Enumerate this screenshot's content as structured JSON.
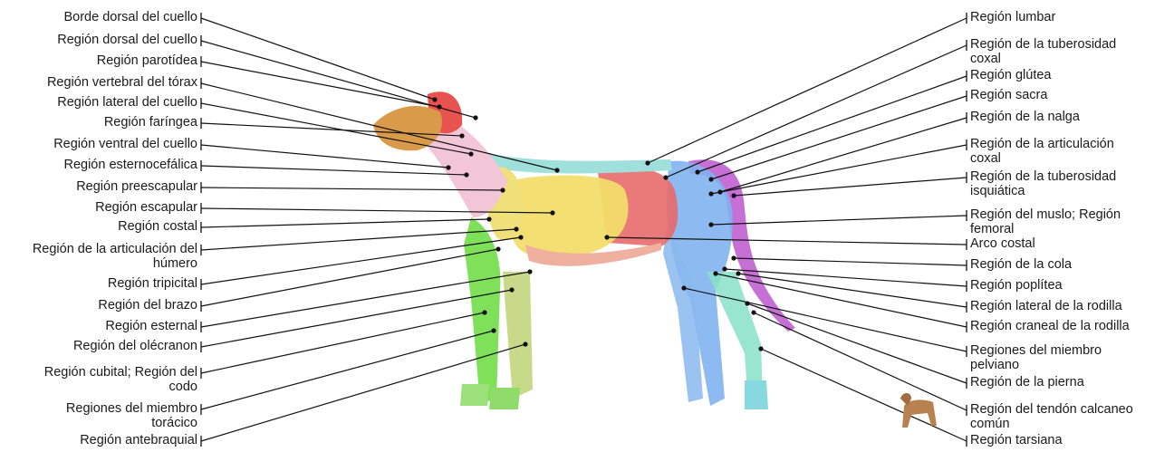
{
  "left_labels": [
    {
      "id": "borde-dorsal-cuello",
      "lines": [
        "Borde dorsal del cuello"
      ]
    },
    {
      "id": "region-dorsal-cuello",
      "lines": [
        "Región dorsal del cuello"
      ]
    },
    {
      "id": "region-parotidea",
      "lines": [
        "Región parotídea"
      ]
    },
    {
      "id": "region-vertebral-torax",
      "lines": [
        "Región vertebral del tórax"
      ]
    },
    {
      "id": "region-lateral-cuello",
      "lines": [
        "Región lateral del cuello"
      ]
    },
    {
      "id": "region-faringea",
      "lines": [
        "Región faríngea"
      ]
    },
    {
      "id": "region-ventral-cuello",
      "lines": [
        "Región ventral del cuello"
      ]
    },
    {
      "id": "region-esternocefalica",
      "lines": [
        "Región esternocefálica"
      ]
    },
    {
      "id": "region-preescapular",
      "lines": [
        "Región preescapular"
      ]
    },
    {
      "id": "region-escapular",
      "lines": [
        "Región escapular"
      ]
    },
    {
      "id": "region-costal",
      "lines": [
        "Región costal"
      ]
    },
    {
      "id": "region-articulacion-humero",
      "lines": [
        "Región de la articulación del",
        "húmero"
      ]
    },
    {
      "id": "region-tripicital",
      "lines": [
        "Región tripicital"
      ]
    },
    {
      "id": "region-brazo",
      "lines": [
        "Región del brazo"
      ]
    },
    {
      "id": "region-esternal",
      "lines": [
        "Región esternal"
      ]
    },
    {
      "id": "region-olecranon",
      "lines": [
        "Región del olécranon"
      ]
    },
    {
      "id": "region-cubital",
      "lines": [
        "Región cubital; Región del",
        "codo"
      ]
    },
    {
      "id": "regiones-miembro-toracico",
      "lines": [
        "Regiones del miembro",
        "torácico"
      ]
    },
    {
      "id": "region-antebraquial",
      "lines": [
        "Región antebraquial"
      ]
    }
  ],
  "right_labels": [
    {
      "id": "region-lumbar",
      "lines": [
        "Región lumbar"
      ]
    },
    {
      "id": "region-tuberosidad-coxal",
      "lines": [
        "Región de la tuberosidad",
        "coxal"
      ]
    },
    {
      "id": "region-glutea",
      "lines": [
        "Región glútea"
      ]
    },
    {
      "id": "region-sacra",
      "lines": [
        "Región sacra"
      ]
    },
    {
      "id": "region-nalga",
      "lines": [
        "Región de la nalga"
      ]
    },
    {
      "id": "region-articulacion-coxal",
      "lines": [
        "Región de la articulación",
        "coxal"
      ]
    },
    {
      "id": "region-tuberosidad-isquiatica",
      "lines": [
        "Región de la tuberosidad",
        "isquiática"
      ]
    },
    {
      "id": "region-muslo",
      "lines": [
        "Región del muslo; Región",
        "femoral"
      ]
    },
    {
      "id": "arco-costal",
      "lines": [
        "Arco costal"
      ]
    },
    {
      "id": "region-cola",
      "lines": [
        "Región de la cola"
      ]
    },
    {
      "id": "region-poplitea",
      "lines": [
        "Región poplítea"
      ]
    },
    {
      "id": "region-lateral-rodilla",
      "lines": [
        "Región lateral de la rodilla"
      ]
    },
    {
      "id": "region-craneal-rodilla",
      "lines": [
        "Región craneal de la rodilla"
      ]
    },
    {
      "id": "regiones-miembro-pelviano",
      "lines": [
        "Regiones del miembro",
        "pelviano"
      ]
    },
    {
      "id": "region-pierna",
      "lines": [
        "Región de la pierna"
      ]
    },
    {
      "id": "region-tendon-calcaneo",
      "lines": [
        "Región del tendón calcaneo",
        "común"
      ]
    },
    {
      "id": "region-tarsiana",
      "lines": [
        "Región tarsiana"
      ]
    }
  ],
  "colors": {
    "neck_pink": "#f2c6d6",
    "head_orange": "#d99a4a",
    "head_red": "#e8534f",
    "shoulder_yellow": "#f0e07a",
    "thorax_yellow": "#f2dd6a",
    "back_teal": "#9fe0dd",
    "flank_red": "#e86a6a",
    "foreleg_green": "#7fe05a",
    "forearm_olive": "#c8d98a",
    "hindleg_blue": "#7fb2f0",
    "tail_purple": "#c060d0",
    "hock_teal": "#88e0c8"
  }
}
